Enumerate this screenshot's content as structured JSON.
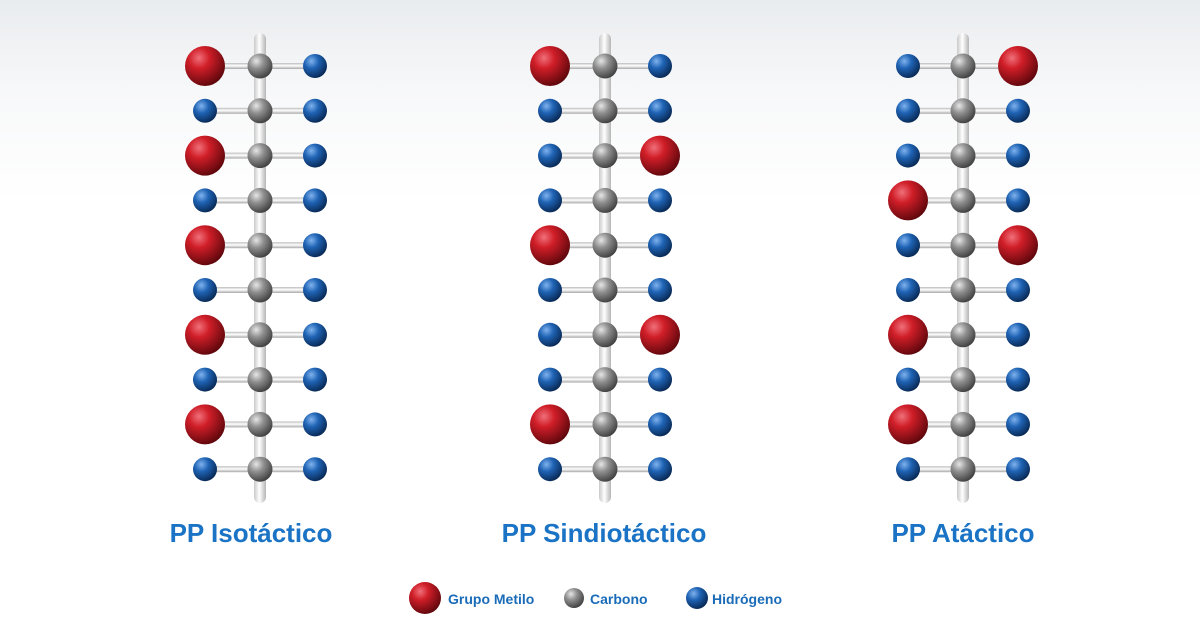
{
  "colors": {
    "methyl": "#c4161c",
    "carbon": "#8a8a8a",
    "hydrogen": "#1f5fae",
    "title": "#1a73c4"
  },
  "chains": [
    {
      "title": "PP Isotáctico",
      "methyl_side": [
        "left",
        "none",
        "left",
        "none",
        "left",
        "none",
        "left",
        "none",
        "left",
        "none"
      ]
    },
    {
      "title": "PP Sindiotáctico",
      "methyl_side": [
        "left",
        "none",
        "right",
        "none",
        "left",
        "none",
        "right",
        "none",
        "left",
        "none"
      ]
    },
    {
      "title": "PP Atáctico",
      "methyl_side": [
        "right",
        "none",
        "none",
        "left",
        "right",
        "none",
        "left",
        "none",
        "left",
        "none"
      ]
    }
  ],
  "legend": {
    "methyl": "Grupo Metilo",
    "carbon": "Carbono",
    "hydrogen": "Hidrógeno"
  }
}
